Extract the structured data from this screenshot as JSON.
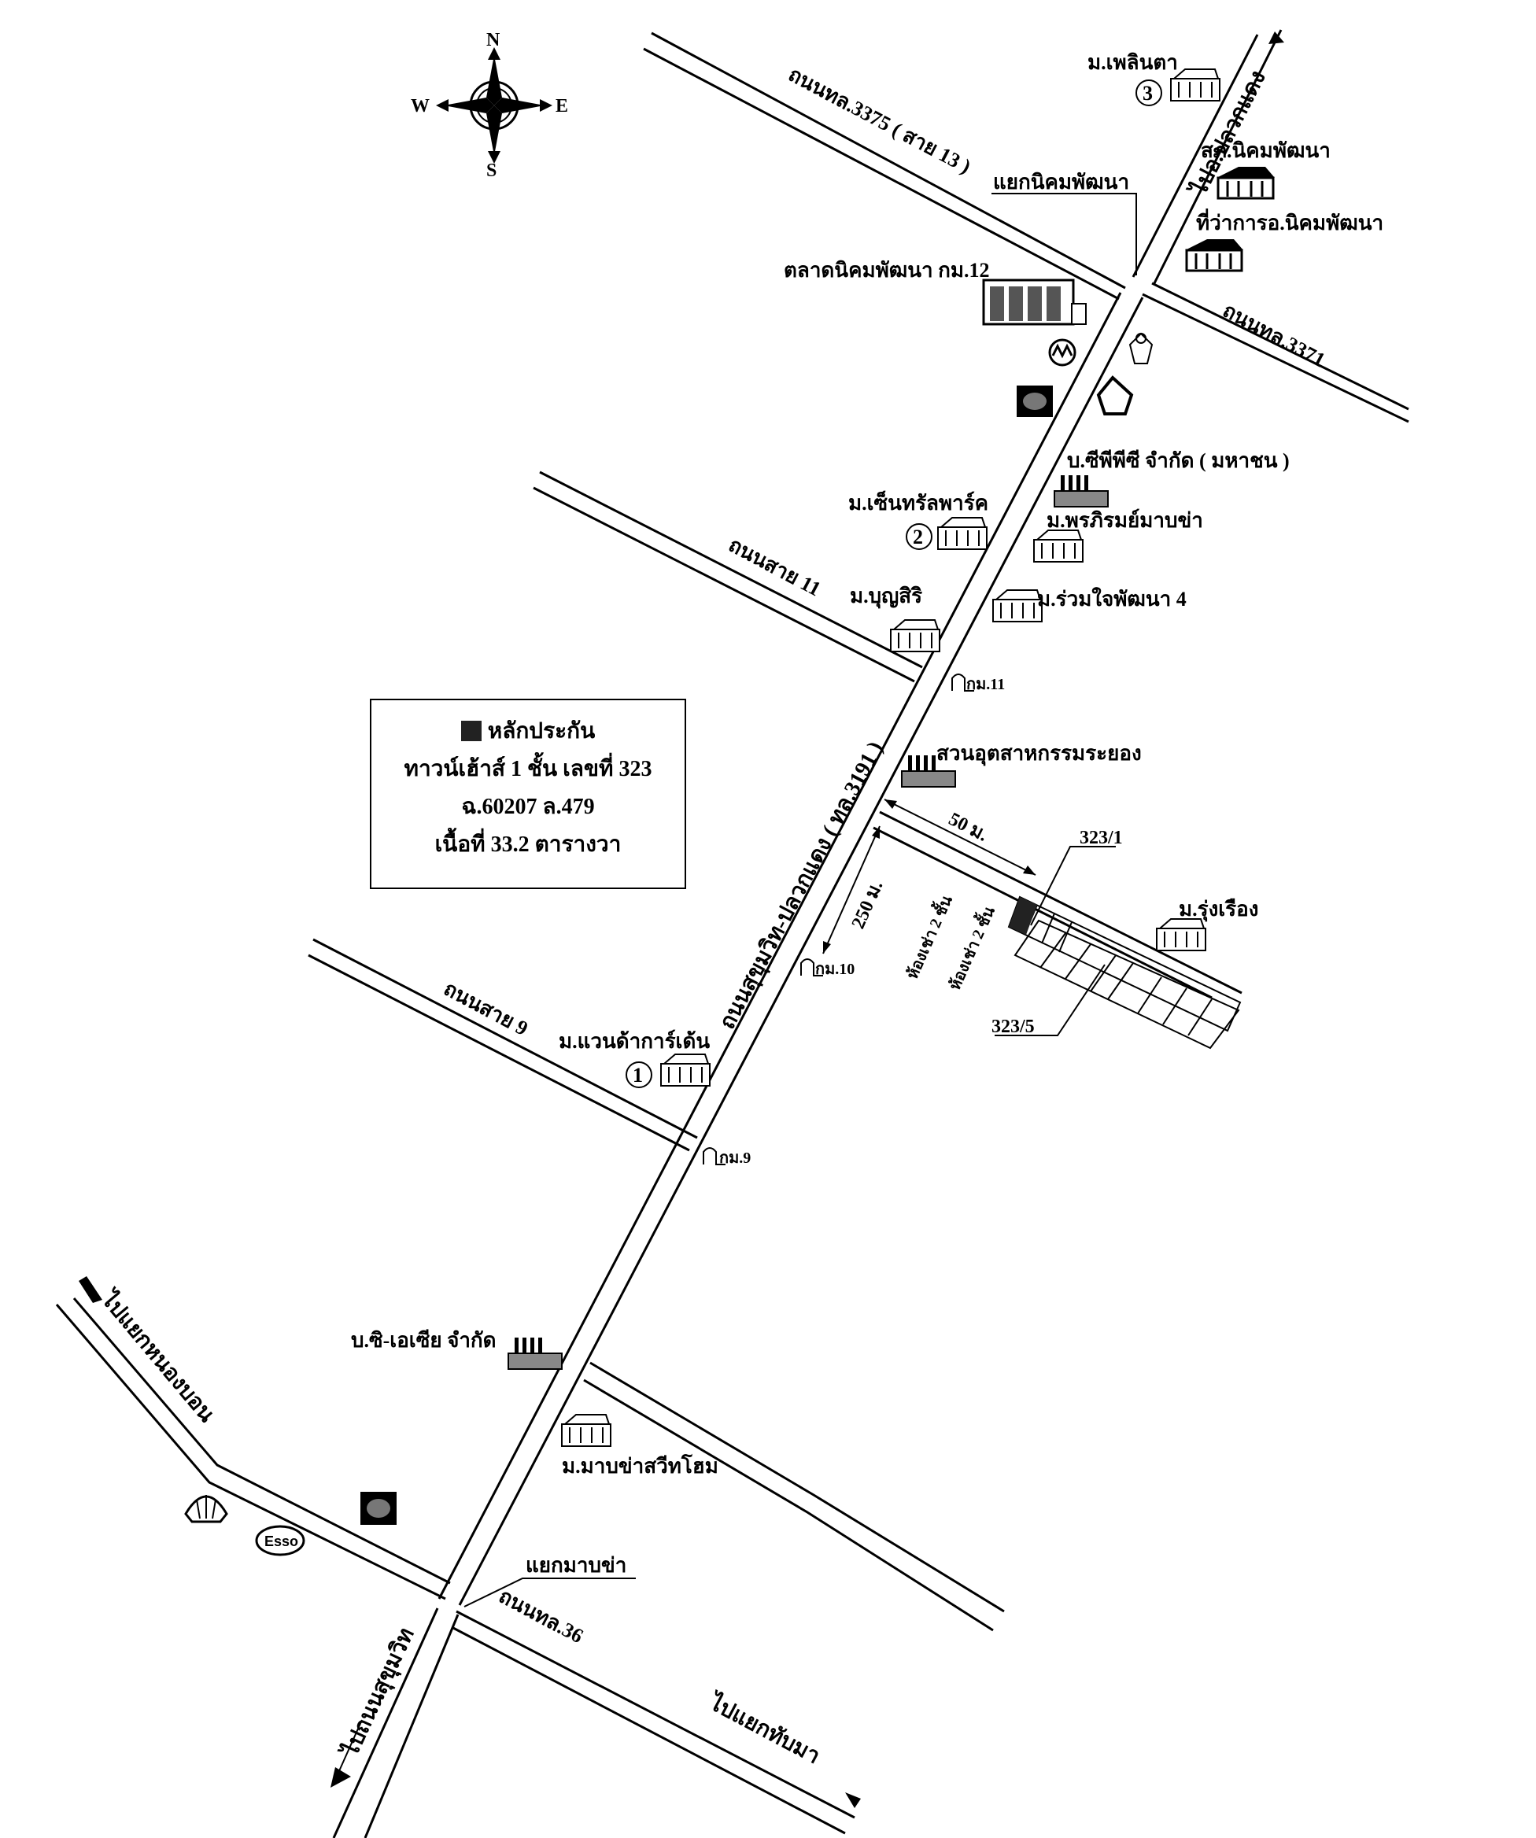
{
  "compass": {
    "n": "N",
    "s": "S",
    "e": "E",
    "w": "W"
  },
  "roads": {
    "road_3375": "ถนนทล.3375 ( สาย 13 )",
    "road_3371": "ถนนทล.3371",
    "to_plak_daeng": "ไปอ.ปลวกแดง",
    "road_11": "ถนนสาย 11",
    "road_9": "ถนนสาย 9",
    "main_road": "ถนนสุขุมวิท-ปลวกแดง ( ทล.3191 )",
    "road_36": "ถนนทล.36",
    "to_nong_bon": "ไปแยกหนองบอน",
    "to_sukhumvit": "ไปถนนสุขุมวิท",
    "to_thap_ma": "ไปแยกทับมา"
  },
  "places": {
    "phloen_ta": "ม.เพลินตา",
    "police": "สภ.นิคมพัฒนา",
    "district_office": "ที่ว่าการอ.นิคมพัฒนา",
    "junction_nikhom": "แยกนิคมพัฒนา",
    "market": "ตลาดนิคมพัฒนา กม.12",
    "gpsc": "บ.ซีพีพีซี จำกัด ( มหาชน )",
    "central_park": "ม.เซ็นทรัลพาร์ค",
    "phon_rom": "ม.พรภิรมย์มาบข่า",
    "bun_siri": "ม.บุญสิริ",
    "ruam_jai": "ม.ร่วมใจพัฒนา 4",
    "km11": "กม.11",
    "industrial_park": "สวนอุตสาหกรรมระยอง",
    "km10": "กม.10",
    "rung_rueang": "ม.รุ่งเรือง",
    "wanda_garden": "ม.แวนด้าการ์เด้น",
    "km9": "กม.9",
    "si_asia": "บ.ซิ-เอเซีย จำกัด",
    "map_kha_sweet_home": "ม.มาบข่าสวีทโฮม",
    "junction_map_kha": "แยกมาบข่า"
  },
  "markers": {
    "one": "1",
    "two": "2",
    "three": "3"
  },
  "property": {
    "plot_a": "323/1",
    "plot_b": "323/5",
    "dist_50": "50 ม.",
    "dist_250": "250 ม.",
    "rental_1": "ห้องเช่า 2 ชั้น",
    "rental_2": "ห้องเช่า 2 ชั้น"
  },
  "brands": {
    "esso": "Esso"
  },
  "legend": {
    "title": "หลักประกัน",
    "line1": "ทาวน์เฮ้าส์ 1 ชั้น เลขที่ 323",
    "line2": "ฉ.60207 ล.479",
    "line3": "เนื้อที่ 33.2 ตารางวา"
  }
}
